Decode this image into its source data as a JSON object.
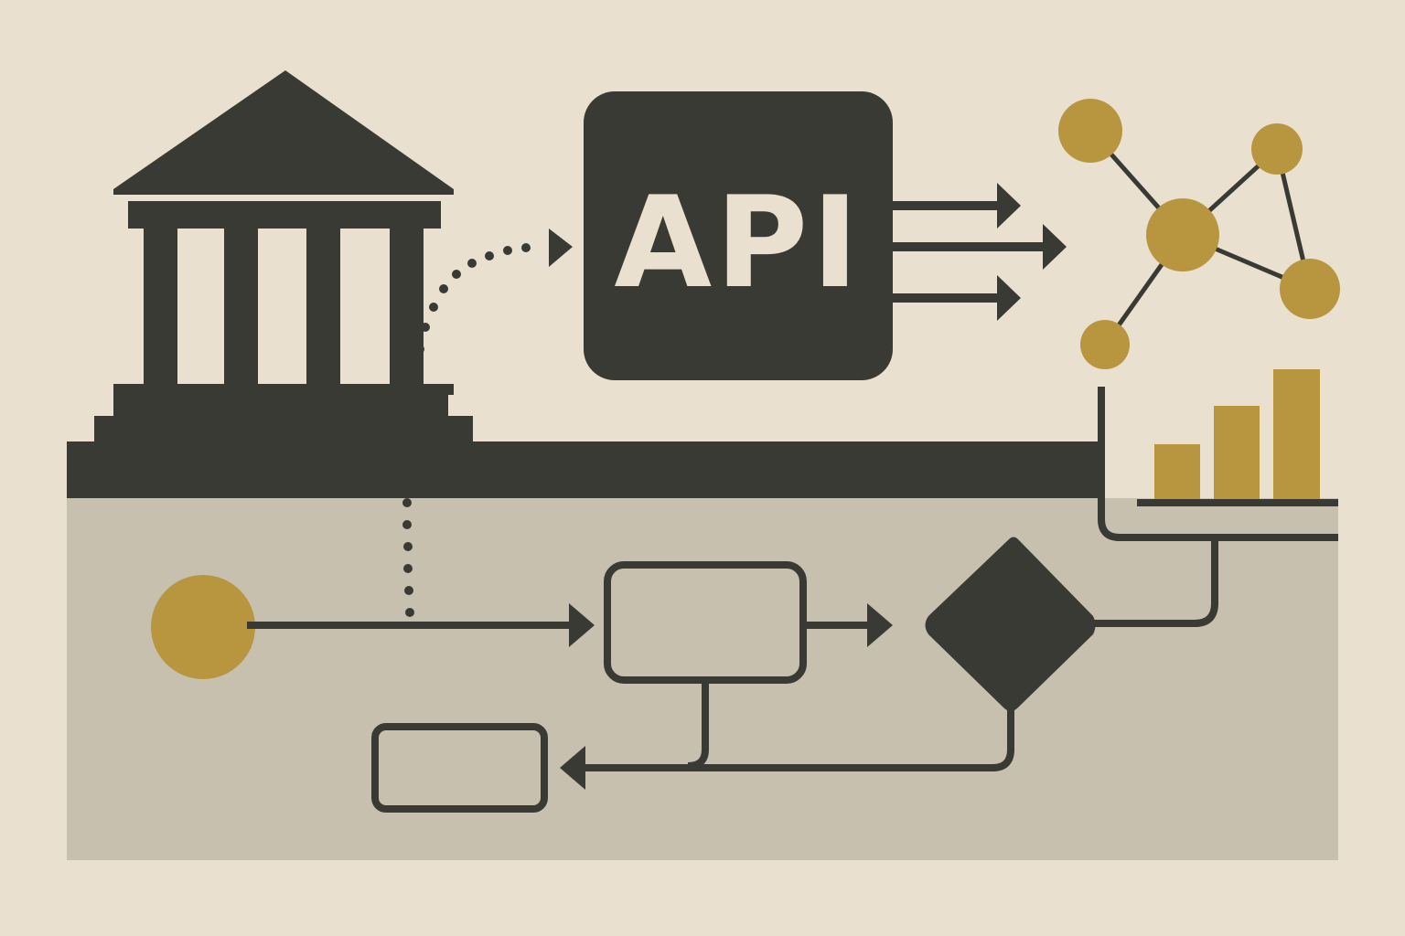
{
  "api_box": {
    "label": "API"
  },
  "colors": {
    "background": "#e9e0d0",
    "lower_panel": "#c8c0ae",
    "dark": "#3a3a34",
    "gold": "#b8953f",
    "light": "#e9e0d0"
  },
  "icons": {
    "institution": "bank-building-icon",
    "network": "network-graph-icon",
    "chart": "bar-chart-icon",
    "start": "start-node-circle"
  },
  "bar_chart": {
    "values": [
      0.42,
      0.72,
      1.0
    ]
  }
}
